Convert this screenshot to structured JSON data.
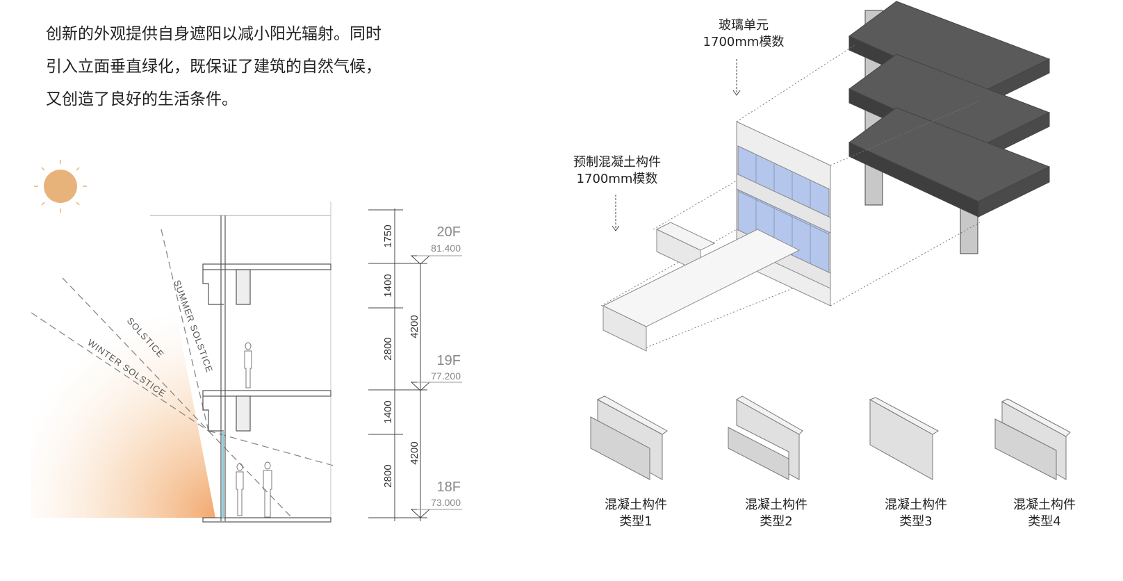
{
  "intro": {
    "lines": [
      "创新的外观提供自身遮阳以减小阳光辐射。同时",
      "引入立面垂直绿化，既保证了建筑的自然气候，",
      "又创造了良好的生活条件。"
    ]
  },
  "section": {
    "sun_labels": {
      "summer": "SUMMER SOLSTICE",
      "solstice": "SOLSTICE",
      "winter": "WINTER SOLSTICE"
    },
    "dims_left": [
      "1750",
      "1400",
      "2800",
      "1400",
      "2800"
    ],
    "dims_right": [
      "4200",
      "4200"
    ],
    "levels": [
      {
        "name": "20F",
        "elev": "81.400"
      },
      {
        "name": "19F",
        "elev": "77.200"
      },
      {
        "name": "18F",
        "elev": "73.000"
      }
    ]
  },
  "axon": {
    "glass_label": [
      "玻璃单元",
      "1700mm模数"
    ],
    "precast_label": [
      "预制混凝土构件",
      "1700mm模数"
    ],
    "types": [
      {
        "line1": "混凝土构件",
        "line2": "类型1"
      },
      {
        "line1": "混凝土构件",
        "line2": "类型2"
      },
      {
        "line1": "混凝土构件",
        "line2": "类型3"
      },
      {
        "line1": "混凝土构件",
        "line2": "类型4"
      }
    ]
  },
  "colors": {
    "sun": "#e8b37a",
    "glass": "#b4c6ec",
    "slab": "#555555"
  }
}
